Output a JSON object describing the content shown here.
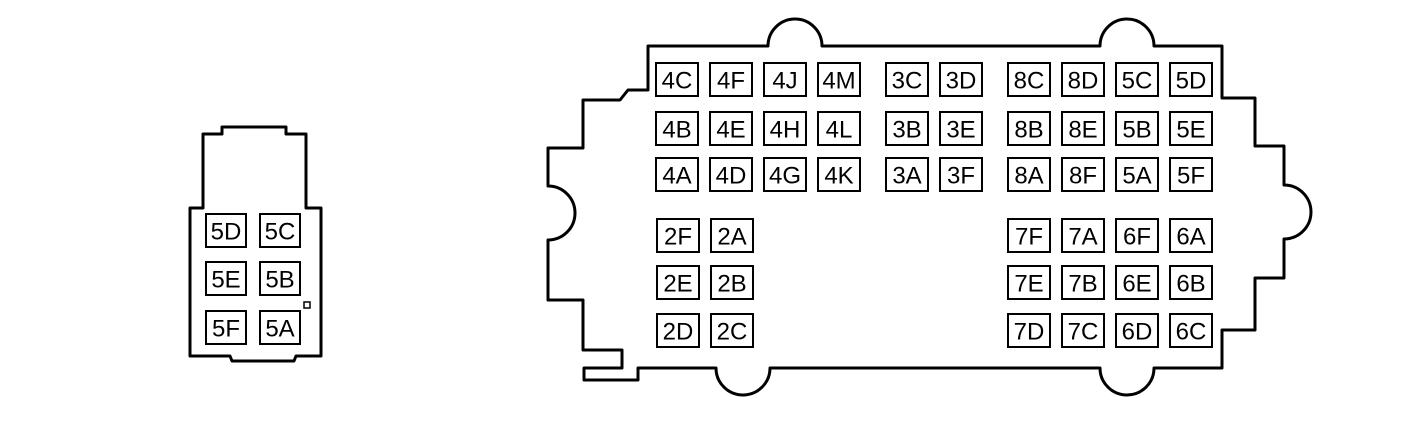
{
  "small_connector": {
    "rows": [
      [
        "5D",
        "5C"
      ],
      [
        "5E",
        "5B"
      ],
      [
        "5F",
        "5A"
      ]
    ]
  },
  "large_connector": {
    "upper_rows": [
      [
        "4C",
        "4F",
        "4J",
        "4M",
        "3C",
        "3D",
        "8C",
        "8D",
        "5C",
        "5D"
      ],
      [
        "4B",
        "4E",
        "4H",
        "4L",
        "3B",
        "3E",
        "8B",
        "8E",
        "5B",
        "5E"
      ],
      [
        "4A",
        "4D",
        "4G",
        "4K",
        "3A",
        "3F",
        "8A",
        "8F",
        "5A",
        "5F"
      ]
    ],
    "left_lower_rows": [
      [
        "2F",
        "2A"
      ],
      [
        "2E",
        "2B"
      ],
      [
        "2D",
        "2C"
      ]
    ],
    "right_lower_rows": [
      [
        "7F",
        "7A",
        "6F",
        "6A"
      ],
      [
        "7E",
        "7B",
        "6E",
        "6B"
      ],
      [
        "7D",
        "7C",
        "6D",
        "6C"
      ]
    ]
  }
}
